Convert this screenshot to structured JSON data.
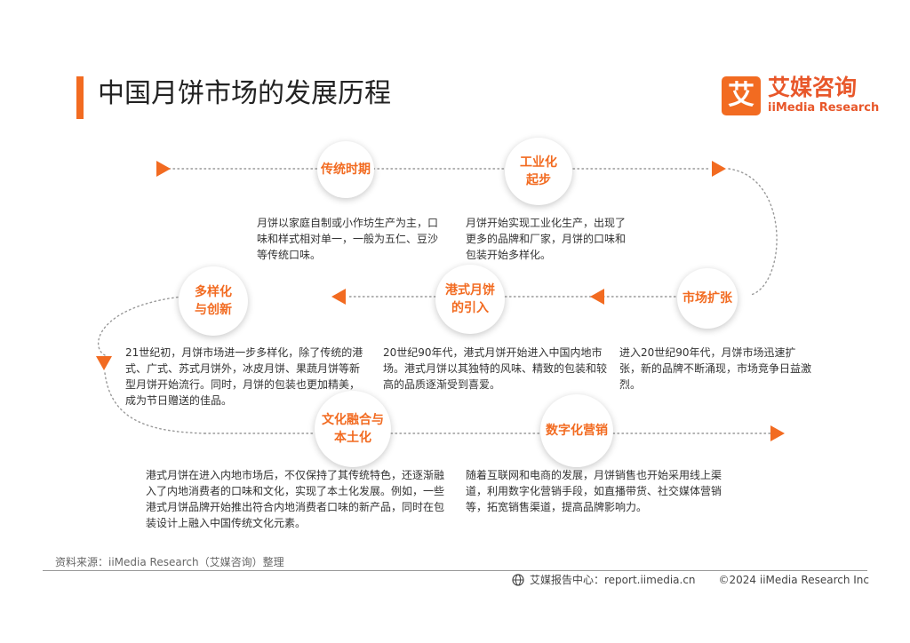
{
  "header": {
    "title": "中国月饼市场的发展历程",
    "logo_mark": "艾",
    "logo_cn": "艾媒咨询",
    "logo_en": "iiMedia Research"
  },
  "stages": [
    {
      "label": "传统时期",
      "desc": "月饼以家庭自制或小作坊生产为主，口味和样式相对单一，一般为五仁、豆沙等传统口味。"
    },
    {
      "label": "工业化\n起步",
      "desc": "月饼开始实现工业化生产，出现了更多的品牌和厂家，月饼的口味和包装开始多样化。"
    },
    {
      "label": "市场扩张",
      "desc": "进入20世纪90年代，月饼市场迅速扩张，新的品牌不断涌现，市场竞争日益激烈。"
    },
    {
      "label": "港式月饼\n的引入",
      "desc": "20世纪90年代，港式月饼开始进入中国内地市场。港式月饼以其独特的风味、精致的包装和较高的品质逐渐受到喜爱。"
    },
    {
      "label": "多样化\n与创新",
      "desc": "21世纪初，月饼市场进一步多样化，除了传统的港式、广式、苏式月饼外，冰皮月饼、果蔬月饼等新型月饼开始流行。同时，月饼的包装也更加精美，成为节日赠送的佳品。"
    },
    {
      "label": "文化融合与\n本土化",
      "desc": "港式月饼在进入内地市场后，不仅保持了其传统特色，还逐渐融入了内地消费者的口味和文化，实现了本土化发展。例如，一些港式月饼品牌开始推出符合内地消费者口味的新产品，同时在包装设计上融入中国传统文化元素。"
    },
    {
      "label": "数字化营销",
      "desc": "随着互联网和电商的发展，月饼销售也开始采用线上渠道，利用数字化营销手段，如直播带货、社交媒体营销等，拓宽销售渠道，提高品牌影响力。"
    }
  ],
  "footer": {
    "source": "资料来源：iiMedia Research（艾媒咨询）整理",
    "report_center": "艾媒报告中心：report.iimedia.cn",
    "copyright": "©2024  iiMedia Research  Inc"
  },
  "colors": {
    "accent": "#f26b21",
    "dots": "#999999"
  }
}
